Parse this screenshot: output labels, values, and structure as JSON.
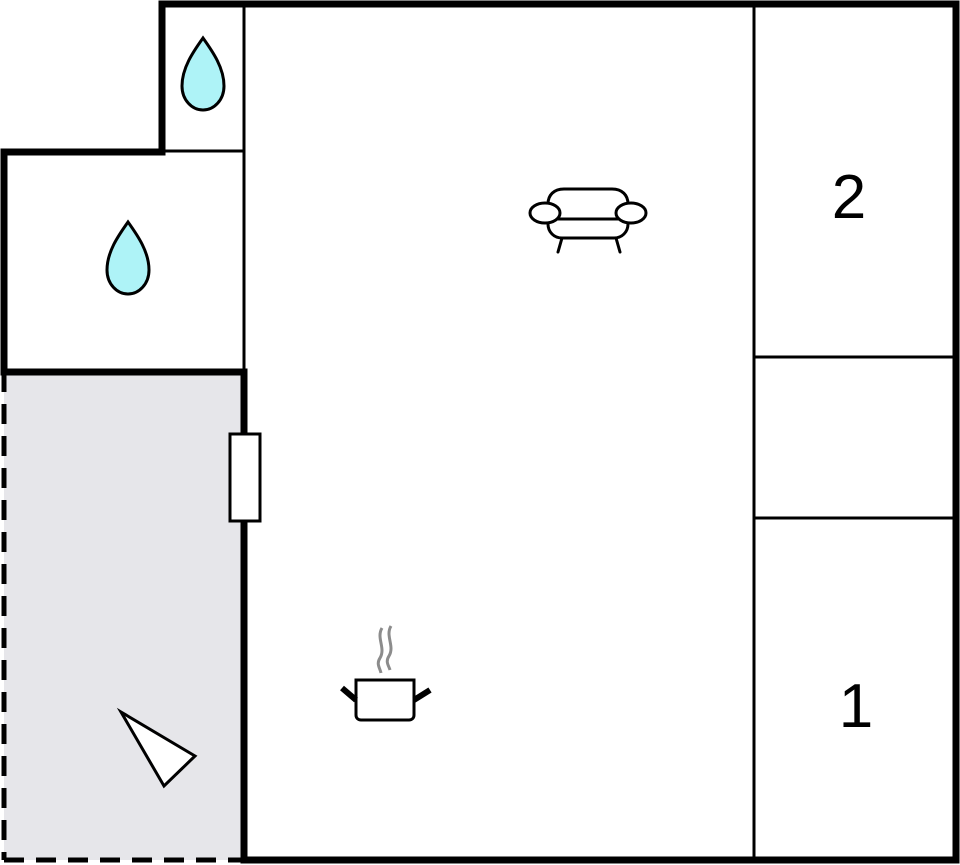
{
  "floorplan": {
    "colors": {
      "wall": "#000000",
      "background": "#ffffff",
      "terrace_fill": "#e6e6ea",
      "water_fill": "#aef3f7",
      "steam": "#8c8c8c"
    },
    "rooms": [
      {
        "id": "bathroom-small",
        "type": "bathroom",
        "icon": "water-drop-icon"
      },
      {
        "id": "bathroom-large",
        "type": "bathroom",
        "icon": "water-drop-icon"
      },
      {
        "id": "living-kitchen",
        "type": "living room / kitchen",
        "icons": [
          "sofa-icon",
          "cooking-pot-icon"
        ]
      },
      {
        "id": "bedroom-2",
        "type": "bedroom",
        "label": "2"
      },
      {
        "id": "hallway-closet",
        "type": "storage"
      },
      {
        "id": "bedroom-1",
        "type": "bedroom",
        "label": "1"
      },
      {
        "id": "terrace",
        "type": "terrace (outdoor)",
        "icon": "viewpoint-triangle-icon"
      }
    ],
    "labels": {
      "bedroom_2": "2",
      "bedroom_1": "1"
    },
    "features": [
      "window-opening",
      "dashed-terrace-boundary"
    ]
  }
}
